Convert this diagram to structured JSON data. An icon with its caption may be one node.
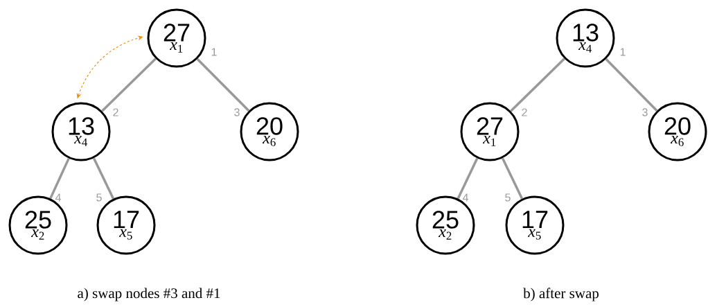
{
  "diagram": {
    "nodes": [
      {
        "text": [
          "27",
          "*x*$_{1}$"
        ],
        "beside": [
          "1"
        ]
      },
      {
        "text": [
          "13",
          "*x*$_{4}$"
        ],
        "beside": [
          "2"
        ]
      },
      {
        "text": [
          "20",
          "*x*$_{6}$"
        ],
        "beside": [
          "3"
        ]
      },
      {
        "text": [
          "25",
          "*x*$_{2}$"
        ],
        "beside": [
          "4"
        ]
      },
      {
        "text": [
          "17",
          "*x*$_{5}$"
        ],
        "beside": [
          "5"
        ]
      },
      {
        "text": [
          "13",
          "*x*$_{4}$"
        ],
        "beside": [
          "1"
        ]
      },
      {
        "text": [
          "27",
          "*x*$_{1}$"
        ],
        "beside": [
          "2"
        ]
      },
      {
        "text": [
          "20",
          "*x*$_{6}$"
        ],
        "beside": [
          "3"
        ]
      },
      {
        "text": [
          "25",
          "*x*$_{2}$"
        ],
        "beside": [
          "4"
        ]
      },
      {
        "text": [
          "17",
          "*x*$_{5}$"
        ],
        "beside": [
          "5"
        ]
      }
    ],
    "edges": [
      {
        "from": 0,
        "to": 1,
        "arrow": "none"
      },
      {
        "from": 0,
        "to": 2,
        "arrow": "none"
      },
      {
        "from": 1,
        "to": 3,
        "arrow": "none"
      },
      {
        "from": 1,
        "to": 4,
        "arrow": "none"
      },
      {
        "from": 1,
        "to": 0,
        "arrow": "both",
        "style": "dashed",
        "color": "#f0900f"
      },
      {
        "from": 5,
        "to": 6,
        "arrow": "none"
      },
      {
        "from": 5,
        "to": 7,
        "arrow": "none"
      },
      {
        "from": 6,
        "to": 8,
        "arrow": "none"
      },
      {
        "from": 6,
        "to": 9,
        "arrow": "none"
      }
    ],
    "labels": [
      "a) swap nodes #3 and #1",
      "b) after swap"
    ]
  }
}
